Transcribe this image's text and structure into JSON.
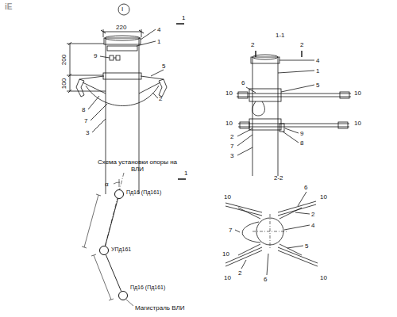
{
  "diagram": {
    "nodes": [
      {
        "text": [
          "Пд16 (Пд161)"
        ]
      },
      {
        "text": [
          "УПд161"
        ]
      },
      {
        "text": [
          "Пд16 (Пд161)"
        ]
      }
    ],
    "edges": [
      {
        "from": 0,
        "to": 1,
        "arrow": "none"
      },
      {
        "from": 1,
        "to": 2,
        "arrow": "none"
      }
    ],
    "labels": [
      "iE",
      "I",
      "220",
      "200",
      "100",
      "4",
      "1",
      "9",
      "5",
      "2",
      "8",
      "7",
      "3",
      "1",
      "1",
      "Схема установки опоры на ВЛИ",
      "α",
      "Магистраль ВЛИ",
      "1-1",
      "2",
      "2",
      "4",
      "1",
      "5",
      "10",
      "6",
      "10",
      "10",
      "2",
      "7",
      "3",
      "9",
      "8",
      "10",
      "2-2",
      "6",
      "10",
      "10",
      "2",
      "4",
      "7",
      "5",
      "10",
      "2",
      "6",
      "10",
      "10"
    ]
  }
}
